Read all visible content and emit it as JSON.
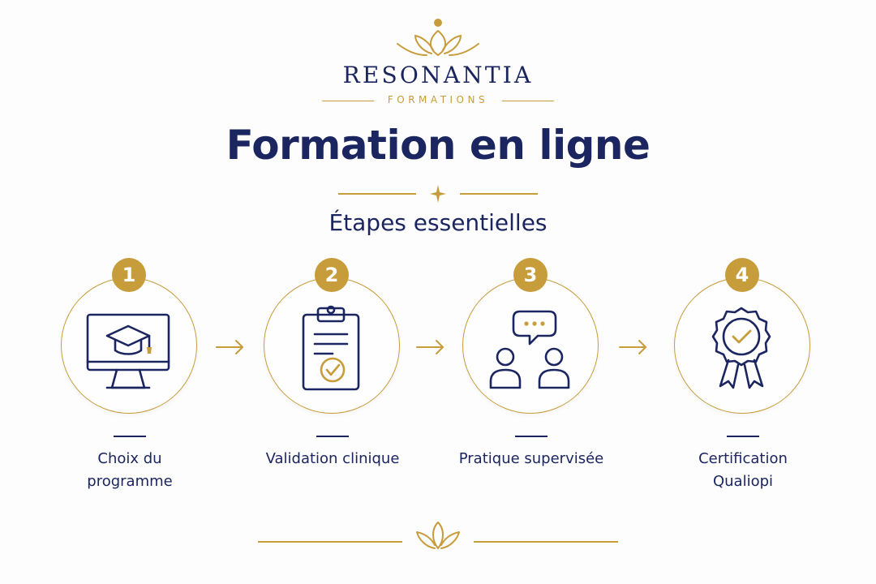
{
  "brand": {
    "name": "RESONANTIA",
    "subtitle": "FORMATIONS"
  },
  "title": "Formation en ligne",
  "subtitle": "Étapes essentielles",
  "steps": [
    {
      "number": "1",
      "label": "Choix du programme",
      "icon": "monitor-graduation-cap-icon"
    },
    {
      "number": "2",
      "label": "Validation clinique",
      "icon": "clipboard-check-icon"
    },
    {
      "number": "3",
      "label": "Pratique supervisée",
      "icon": "people-chat-icon"
    },
    {
      "number": "4",
      "label": "Certification Qualiopi",
      "icon": "award-ribbon-icon"
    }
  ],
  "colors": {
    "navy": "#1b2560",
    "gold": "#c79c3b",
    "background": "#fdfdfd"
  }
}
